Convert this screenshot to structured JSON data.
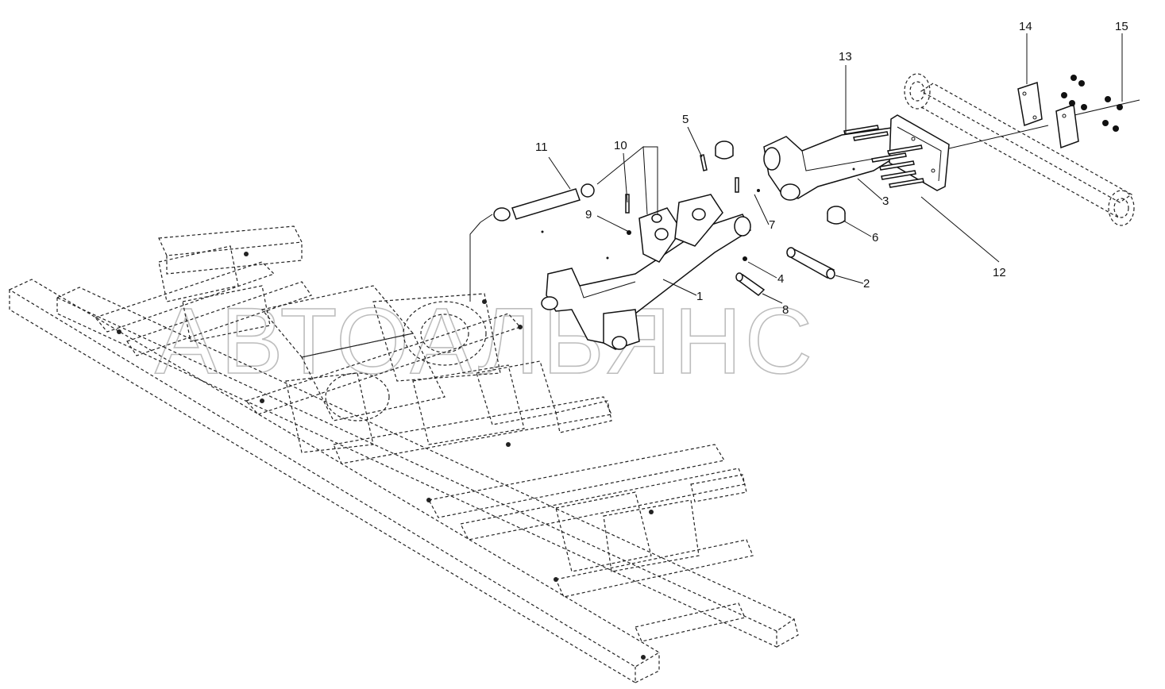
{
  "watermark": "АВТОАЛЬЯНС",
  "callouts": [
    "1",
    "2",
    "3",
    "4",
    "5",
    "6",
    "7",
    "8",
    "9",
    "10",
    "11",
    "12",
    "13",
    "14",
    "15"
  ]
}
